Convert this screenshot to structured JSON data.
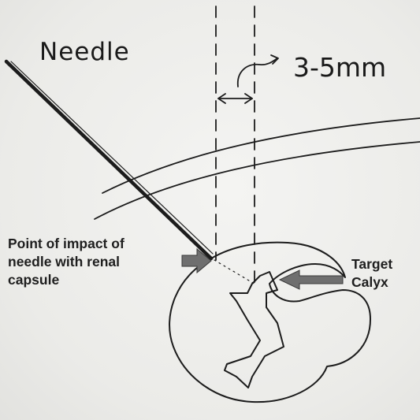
{
  "labels": {
    "needle": "Needle",
    "distance": "3-5mm",
    "impact_line1": "Point of impact of",
    "impact_line2": "needle with renal",
    "impact_line3": "capsule",
    "target_line1": "Target",
    "target_line2": "Calyx"
  },
  "colors": {
    "ink": "#1c1c1c",
    "arrow_fill": "#6f6f6f",
    "paper": "#ececea"
  },
  "icons": {
    "impact_arrow": "right-arrow",
    "calyx_arrow": "left-arrow",
    "distance_arrow": "double-headed-arrow"
  }
}
